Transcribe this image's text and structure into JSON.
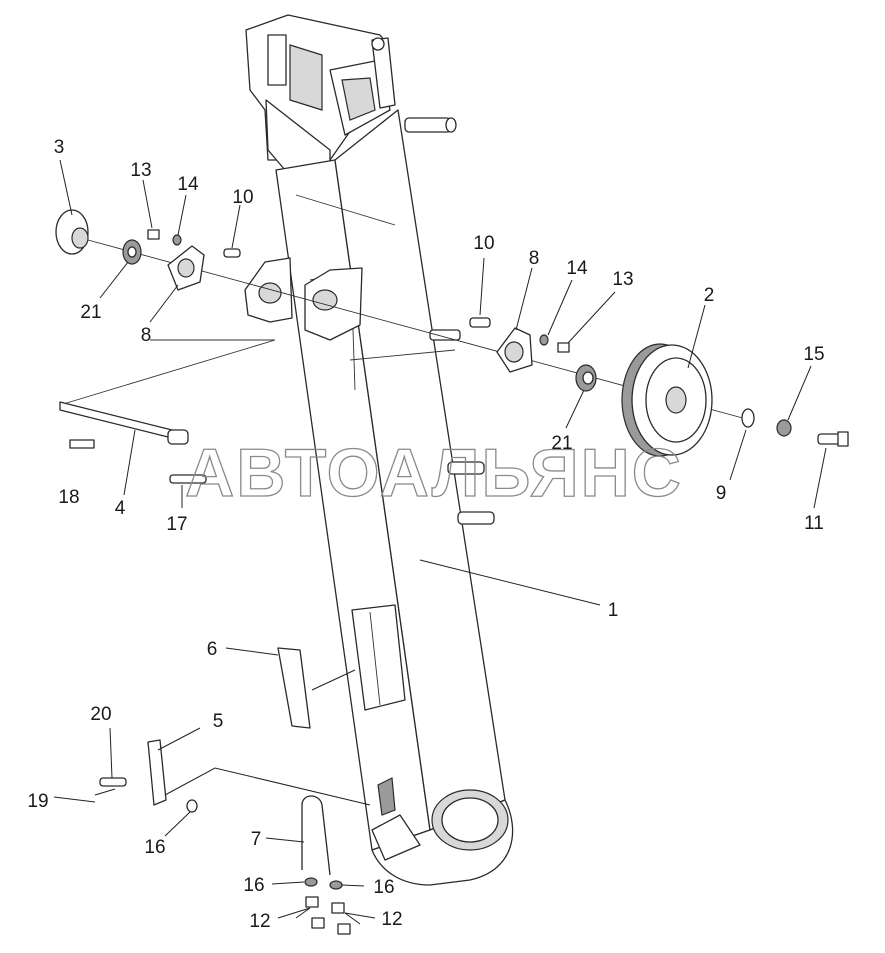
{
  "watermark": "АВТОАЛЬЯНС",
  "callouts": [
    {
      "id": "c3",
      "text": "3"
    },
    {
      "id": "c13a",
      "text": "13"
    },
    {
      "id": "c14a",
      "text": "14"
    },
    {
      "id": "c10a",
      "text": "10"
    },
    {
      "id": "c21a",
      "text": "21"
    },
    {
      "id": "c8a",
      "text": "8"
    },
    {
      "id": "c10b",
      "text": "10"
    },
    {
      "id": "c8b",
      "text": "8"
    },
    {
      "id": "c14b",
      "text": "14"
    },
    {
      "id": "c13b",
      "text": "13"
    },
    {
      "id": "c2",
      "text": "2"
    },
    {
      "id": "c15",
      "text": "15"
    },
    {
      "id": "c21b",
      "text": "21"
    },
    {
      "id": "c9",
      "text": "9"
    },
    {
      "id": "c11",
      "text": "11"
    },
    {
      "id": "c18",
      "text": "18"
    },
    {
      "id": "c4",
      "text": "4"
    },
    {
      "id": "c17",
      "text": "17"
    },
    {
      "id": "c1",
      "text": "1"
    },
    {
      "id": "c6",
      "text": "6"
    },
    {
      "id": "c20",
      "text": "20"
    },
    {
      "id": "c5",
      "text": "5"
    },
    {
      "id": "c19",
      "text": "19"
    },
    {
      "id": "c16a",
      "text": "16"
    },
    {
      "id": "c7",
      "text": "7"
    },
    {
      "id": "c16b",
      "text": "16"
    },
    {
      "id": "c16c",
      "text": "16"
    },
    {
      "id": "c12a",
      "text": "12"
    },
    {
      "id": "c12b",
      "text": "12"
    }
  ]
}
